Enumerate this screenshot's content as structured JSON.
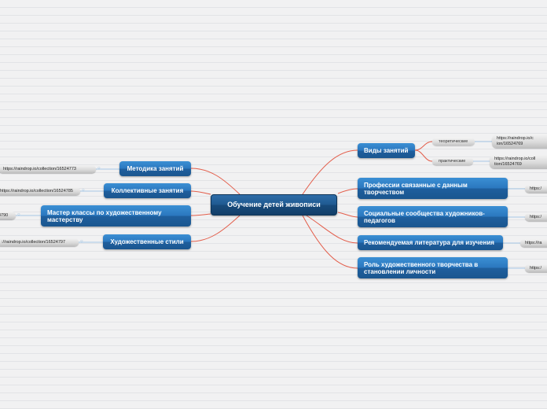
{
  "center": {
    "label": "Обучение детей живописи"
  },
  "left_topics": [
    {
      "label": "Методика занятий",
      "link": "https://raindrop.io/collection/16524773"
    },
    {
      "label": "Коллективные занятия",
      "link": "https://raindrop.io/collection/16524785"
    },
    {
      "label": "Мастер классы по художественному мастерству",
      "link": "4790"
    },
    {
      "label": "Художественные стили",
      "link": "://raindrop.io/collection/16524797"
    }
  ],
  "right_topics": [
    {
      "label": "Виды занятий",
      "subtopics": [
        {
          "label": "теоретические",
          "link": "https://raindrop.io/c ion/16524769"
        },
        {
          "label": "практические",
          "link": "https://raindrop.io/coll tion/16524769"
        }
      ]
    },
    {
      "label": "Профессии связанные с данным творчеством",
      "link": "https:/"
    },
    {
      "label": "Социальные сообщества художников-педагогов",
      "link": "https:/"
    },
    {
      "label": "Рекомендуемая литература для изучения",
      "link": "https://ra"
    },
    {
      "label": "Роль художественного творчества в становлении личности",
      "link": "https:/"
    }
  ],
  "colors": {
    "edge": "#e35d4a",
    "link_edge": "#a6c8e6",
    "node": "#2b78bf",
    "center": "#1f5a91"
  },
  "icons": {
    "link_attachment": "paperclip-icon"
  }
}
